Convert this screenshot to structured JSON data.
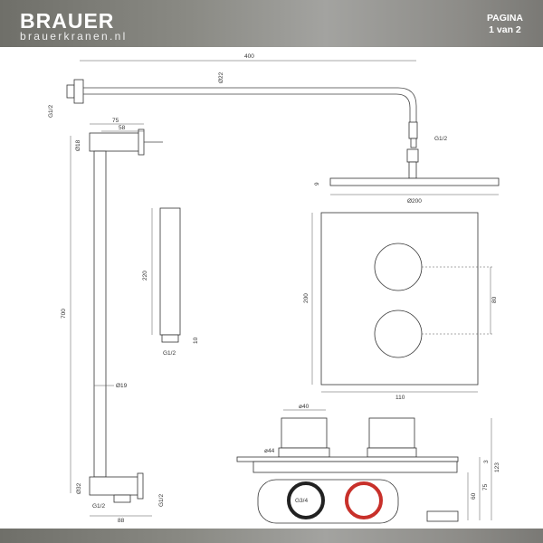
{
  "header": {
    "brand": "BRAUER",
    "website": "brauerkranen.nl",
    "page_label": "PAGINA",
    "page_number": "1 van 2"
  },
  "dimensions": {
    "arm_length": "400",
    "arm_diameter": "Ø22",
    "arm_thread": "G1/2",
    "arm_outlet_thread": "G1/2",
    "head_height": "9",
    "head_diameter": "Ø200",
    "bar_75": "75",
    "bar_58": "58",
    "bar_top_dia": "Ø18",
    "bar_length": "700",
    "bar_dia": "Ø19",
    "bar_bottom_dia": "Ø32",
    "bar_inlet": "G1/2",
    "bar_outlet": "G1/2",
    "bar_88": "88",
    "hand_length": "220",
    "hand_10": "10",
    "hand_thread": "G1/2",
    "plate_height": "200",
    "plate_width": "110",
    "knob_spacing": "80",
    "knob_dia": "ø40",
    "base_dia": "ø44",
    "connection": "G3/4",
    "body_3": "3",
    "body_60": "60",
    "body_75": "75",
    "body_123": "123"
  },
  "colors": {
    "accent_red": "#c8302a",
    "ring_dark": "#222222"
  }
}
